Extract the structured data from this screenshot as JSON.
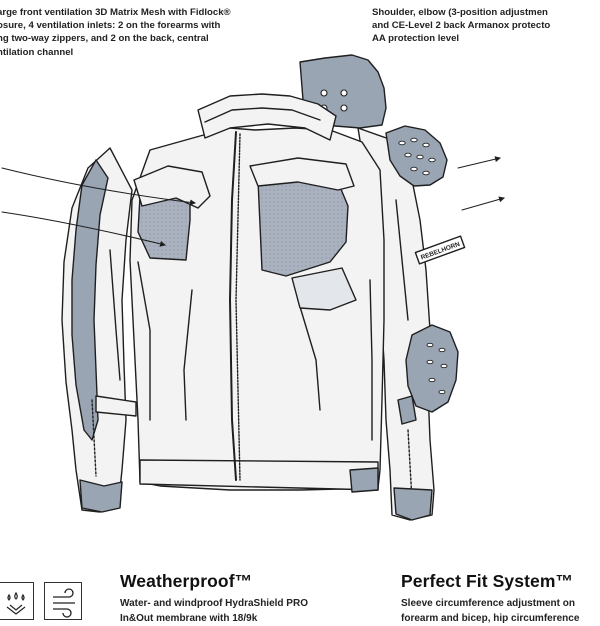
{
  "callouts": {
    "ventilation": [
      "arge front ventilation 3D Matrix Mesh with Fidlock®",
      "osure, 4 ventilation inlets: 2 on the forearms with",
      "ng two-way zippers, and 2 on the back, central",
      "ntilation channel"
    ],
    "protection": [
      "Shoulder, elbow (3-position adjustmen",
      "and CE-Level 2 back Armanox protecto",
      "AA protection level"
    ]
  },
  "jacket": {
    "brand_text": "REBELHORN",
    "colors": {
      "outline": "#1f1f1f",
      "body": "#f3f3f3",
      "armor": "#9aa5b4",
      "mesh": "#aab2bf"
    }
  },
  "features": {
    "weatherproof": {
      "title": "Weatherproof™",
      "lines": [
        "Water- and windproof HydraShield PRO",
        "In&Out membrane with 18/9k"
      ]
    },
    "perfect_fit": {
      "title": "Perfect Fit System™",
      "lines": [
        "Sleeve circumference adjustment on",
        "forearm and bicep, hip circumference"
      ]
    }
  },
  "icons": [
    "water-drops-icon",
    "wind-icon"
  ]
}
